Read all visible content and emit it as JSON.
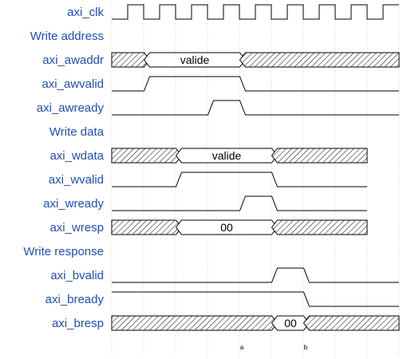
{
  "colors": {
    "label": "#1f4fb4",
    "line": "#000000",
    "grid": "#cfcfcf"
  },
  "rows": [
    {
      "kind": "clock",
      "label": "axi_clk",
      "segments": [
        "L",
        "H",
        "L",
        "H",
        "L",
        "H",
        "L",
        "H",
        "L",
        "H",
        "L",
        "H",
        "L",
        "H",
        "L",
        "H",
        "L",
        "H"
      ]
    },
    {
      "kind": "group",
      "label": "Write address"
    },
    {
      "kind": "bus",
      "label": "axi_awaddr",
      "segments": [
        {
          "t": "x",
          "from": 0,
          "to": 1.1
        },
        {
          "t": "v",
          "from": 1.1,
          "to": 4.1,
          "text": "valide"
        },
        {
          "t": "x",
          "from": 4.1,
          "to": 9
        }
      ]
    },
    {
      "kind": "wire",
      "label": "axi_awvalid",
      "segments": [
        {
          "l": 0,
          "from": 0,
          "to": 1.1
        },
        {
          "l": 1,
          "from": 1.1,
          "to": 4.1
        },
        {
          "l": 0,
          "from": 4.1,
          "to": 9
        }
      ]
    },
    {
      "kind": "wire",
      "label": "axi_awready",
      "segments": [
        {
          "l": 0,
          "from": 0,
          "to": 3.1
        },
        {
          "l": 1,
          "from": 3.1,
          "to": 4.1
        },
        {
          "l": 0,
          "from": 4.1,
          "to": 9
        }
      ]
    },
    {
      "kind": "group",
      "label": "Write data"
    },
    {
      "kind": "bus",
      "label": "axi_wdata",
      "segments": [
        {
          "t": "x",
          "from": 0,
          "to": 2.1
        },
        {
          "t": "v",
          "from": 2.1,
          "to": 5.1,
          "text": "valide"
        },
        {
          "t": "x",
          "from": 5.1,
          "to": 8
        }
      ]
    },
    {
      "kind": "wire",
      "label": "axi_wvalid",
      "segments": [
        {
          "l": 0,
          "from": 0,
          "to": 2.1
        },
        {
          "l": 1,
          "from": 2.1,
          "to": 5.1
        },
        {
          "l": 0,
          "from": 5.1,
          "to": 8
        }
      ]
    },
    {
      "kind": "wire",
      "label": "axi_wready",
      "segments": [
        {
          "l": 0,
          "from": 0,
          "to": 4.1
        },
        {
          "l": 1,
          "from": 4.1,
          "to": 5.1
        },
        {
          "l": 0,
          "from": 5.1,
          "to": 8
        }
      ]
    },
    {
      "kind": "bus",
      "label": "axi_wresp",
      "segments": [
        {
          "t": "x",
          "from": 0,
          "to": 2.1
        },
        {
          "t": "v",
          "from": 2.1,
          "to": 5.1,
          "text": "00"
        },
        {
          "t": "x",
          "from": 5.1,
          "to": 8
        }
      ]
    },
    {
      "kind": "group",
      "label": "Write response"
    },
    {
      "kind": "wire",
      "label": "axi_bvalid",
      "segments": [
        {
          "l": 0,
          "from": 0,
          "to": 5.1
        },
        {
          "l": 1,
          "from": 5.1,
          "to": 6.1
        },
        {
          "l": 0,
          "from": 6.1,
          "to": 9
        }
      ]
    },
    {
      "kind": "wire",
      "label": "axi_bready",
      "segments": [
        {
          "l": 1,
          "from": 0,
          "to": 6.1
        },
        {
          "l": 0,
          "from": 6.1,
          "to": 9
        }
      ]
    },
    {
      "kind": "bus",
      "label": "axi_bresp",
      "segments": [
        {
          "t": "x",
          "from": 0,
          "to": 5.1
        },
        {
          "t": "v",
          "from": 5.1,
          "to": 6.1,
          "text": "00"
        },
        {
          "t": "x",
          "from": 6.1,
          "to": 9
        }
      ]
    }
  ],
  "markers": [
    {
      "text": "a",
      "at": 4.1
    },
    {
      "text": "b",
      "at": 6.1
    }
  ]
}
